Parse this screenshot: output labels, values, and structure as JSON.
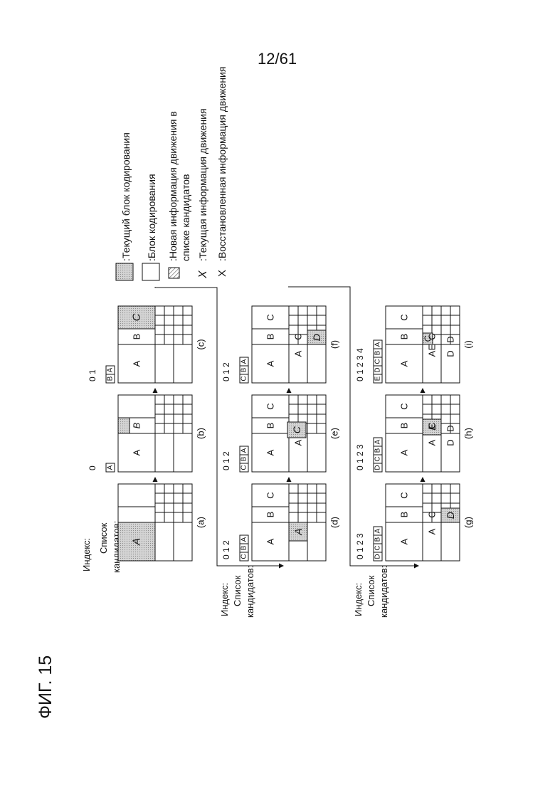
{
  "page_number": "12/61",
  "figure_title": "ФИГ. 15",
  "row_labels": {
    "index": "Индекс:",
    "list_l1": "Список",
    "list_l2": "кандидатов:"
  },
  "legend": {
    "current_block": ":Текущий блок кодирования",
    "coding_block": ":Блок кодирования",
    "new_motion_l1": ":Новая информация движения в",
    "new_motion_l2": "списке кандидатов",
    "current_motion_symbol": "X",
    "current_motion": ":Текущая информация движения",
    "restored_motion_symbol": "X",
    "restored_motion": ":Восстановленная информация движения"
  },
  "panels": [
    {
      "label": "(a)",
      "index": "",
      "list": [],
      "current": "A"
    },
    {
      "label": "(b)",
      "index": "0",
      "list": [
        "A"
      ],
      "current": "B"
    },
    {
      "label": "(c)",
      "index": "0 1",
      "list": [
        "B",
        "A"
      ],
      "current": "C"
    },
    {
      "label": "(d)",
      "index": "0 1 2",
      "list": [
        "C",
        "B",
        "A"
      ],
      "current": "A"
    },
    {
      "label": "(e)",
      "index": "0 1 2",
      "list": [
        "C",
        "B",
        "A"
      ],
      "current": "C"
    },
    {
      "label": "(f)",
      "index": "0 1 2",
      "list": [
        "C",
        "B",
        "A"
      ],
      "current": "D"
    },
    {
      "label": "(g)",
      "index": "0 1 2 3",
      "list": [
        "D",
        "C",
        "B",
        "A"
      ],
      "current": "D"
    },
    {
      "label": "(h)",
      "index": "0 1 2 3",
      "list": [
        "D",
        "C",
        "B",
        "A"
      ],
      "current": "E"
    },
    {
      "label": "(i)",
      "index": "0 1 2 3 4",
      "list": [
        "E",
        "D",
        "C",
        "B",
        "A"
      ],
      "current": "C"
    }
  ],
  "block_letters": {
    "a": "A",
    "b": "B",
    "c": "C",
    "d": "D",
    "e": "E"
  }
}
